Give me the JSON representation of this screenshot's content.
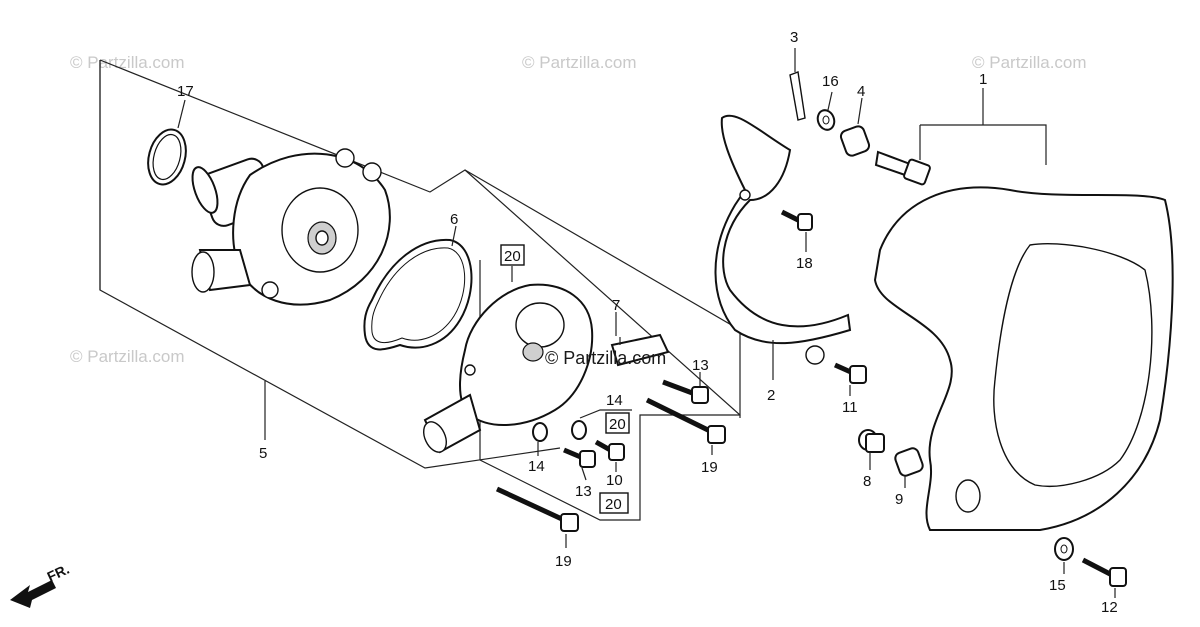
{
  "watermark": {
    "text": "© Partzilla.com",
    "center_text": "© Partzilla.com"
  },
  "direction_arrow": {
    "label": "FR."
  },
  "callouts": {
    "c1": "1",
    "c2": "2",
    "c3": "3",
    "c4": "4",
    "c5": "5",
    "c6": "6",
    "c7": "7",
    "c8": "8",
    "c9": "9",
    "c10": "10",
    "c11": "11",
    "c12": "12",
    "c13a": "13",
    "c13b": "13",
    "c14a": "14",
    "c14b": "14",
    "c15": "15",
    "c16": "16",
    "c17": "17",
    "c18": "18",
    "c19a": "19",
    "c19b": "19",
    "c20a": "20",
    "c20b": "20",
    "c20c": "20"
  },
  "colors": {
    "ink": "#111111",
    "watermark": "#c9c9c9",
    "background": "#ffffff"
  }
}
